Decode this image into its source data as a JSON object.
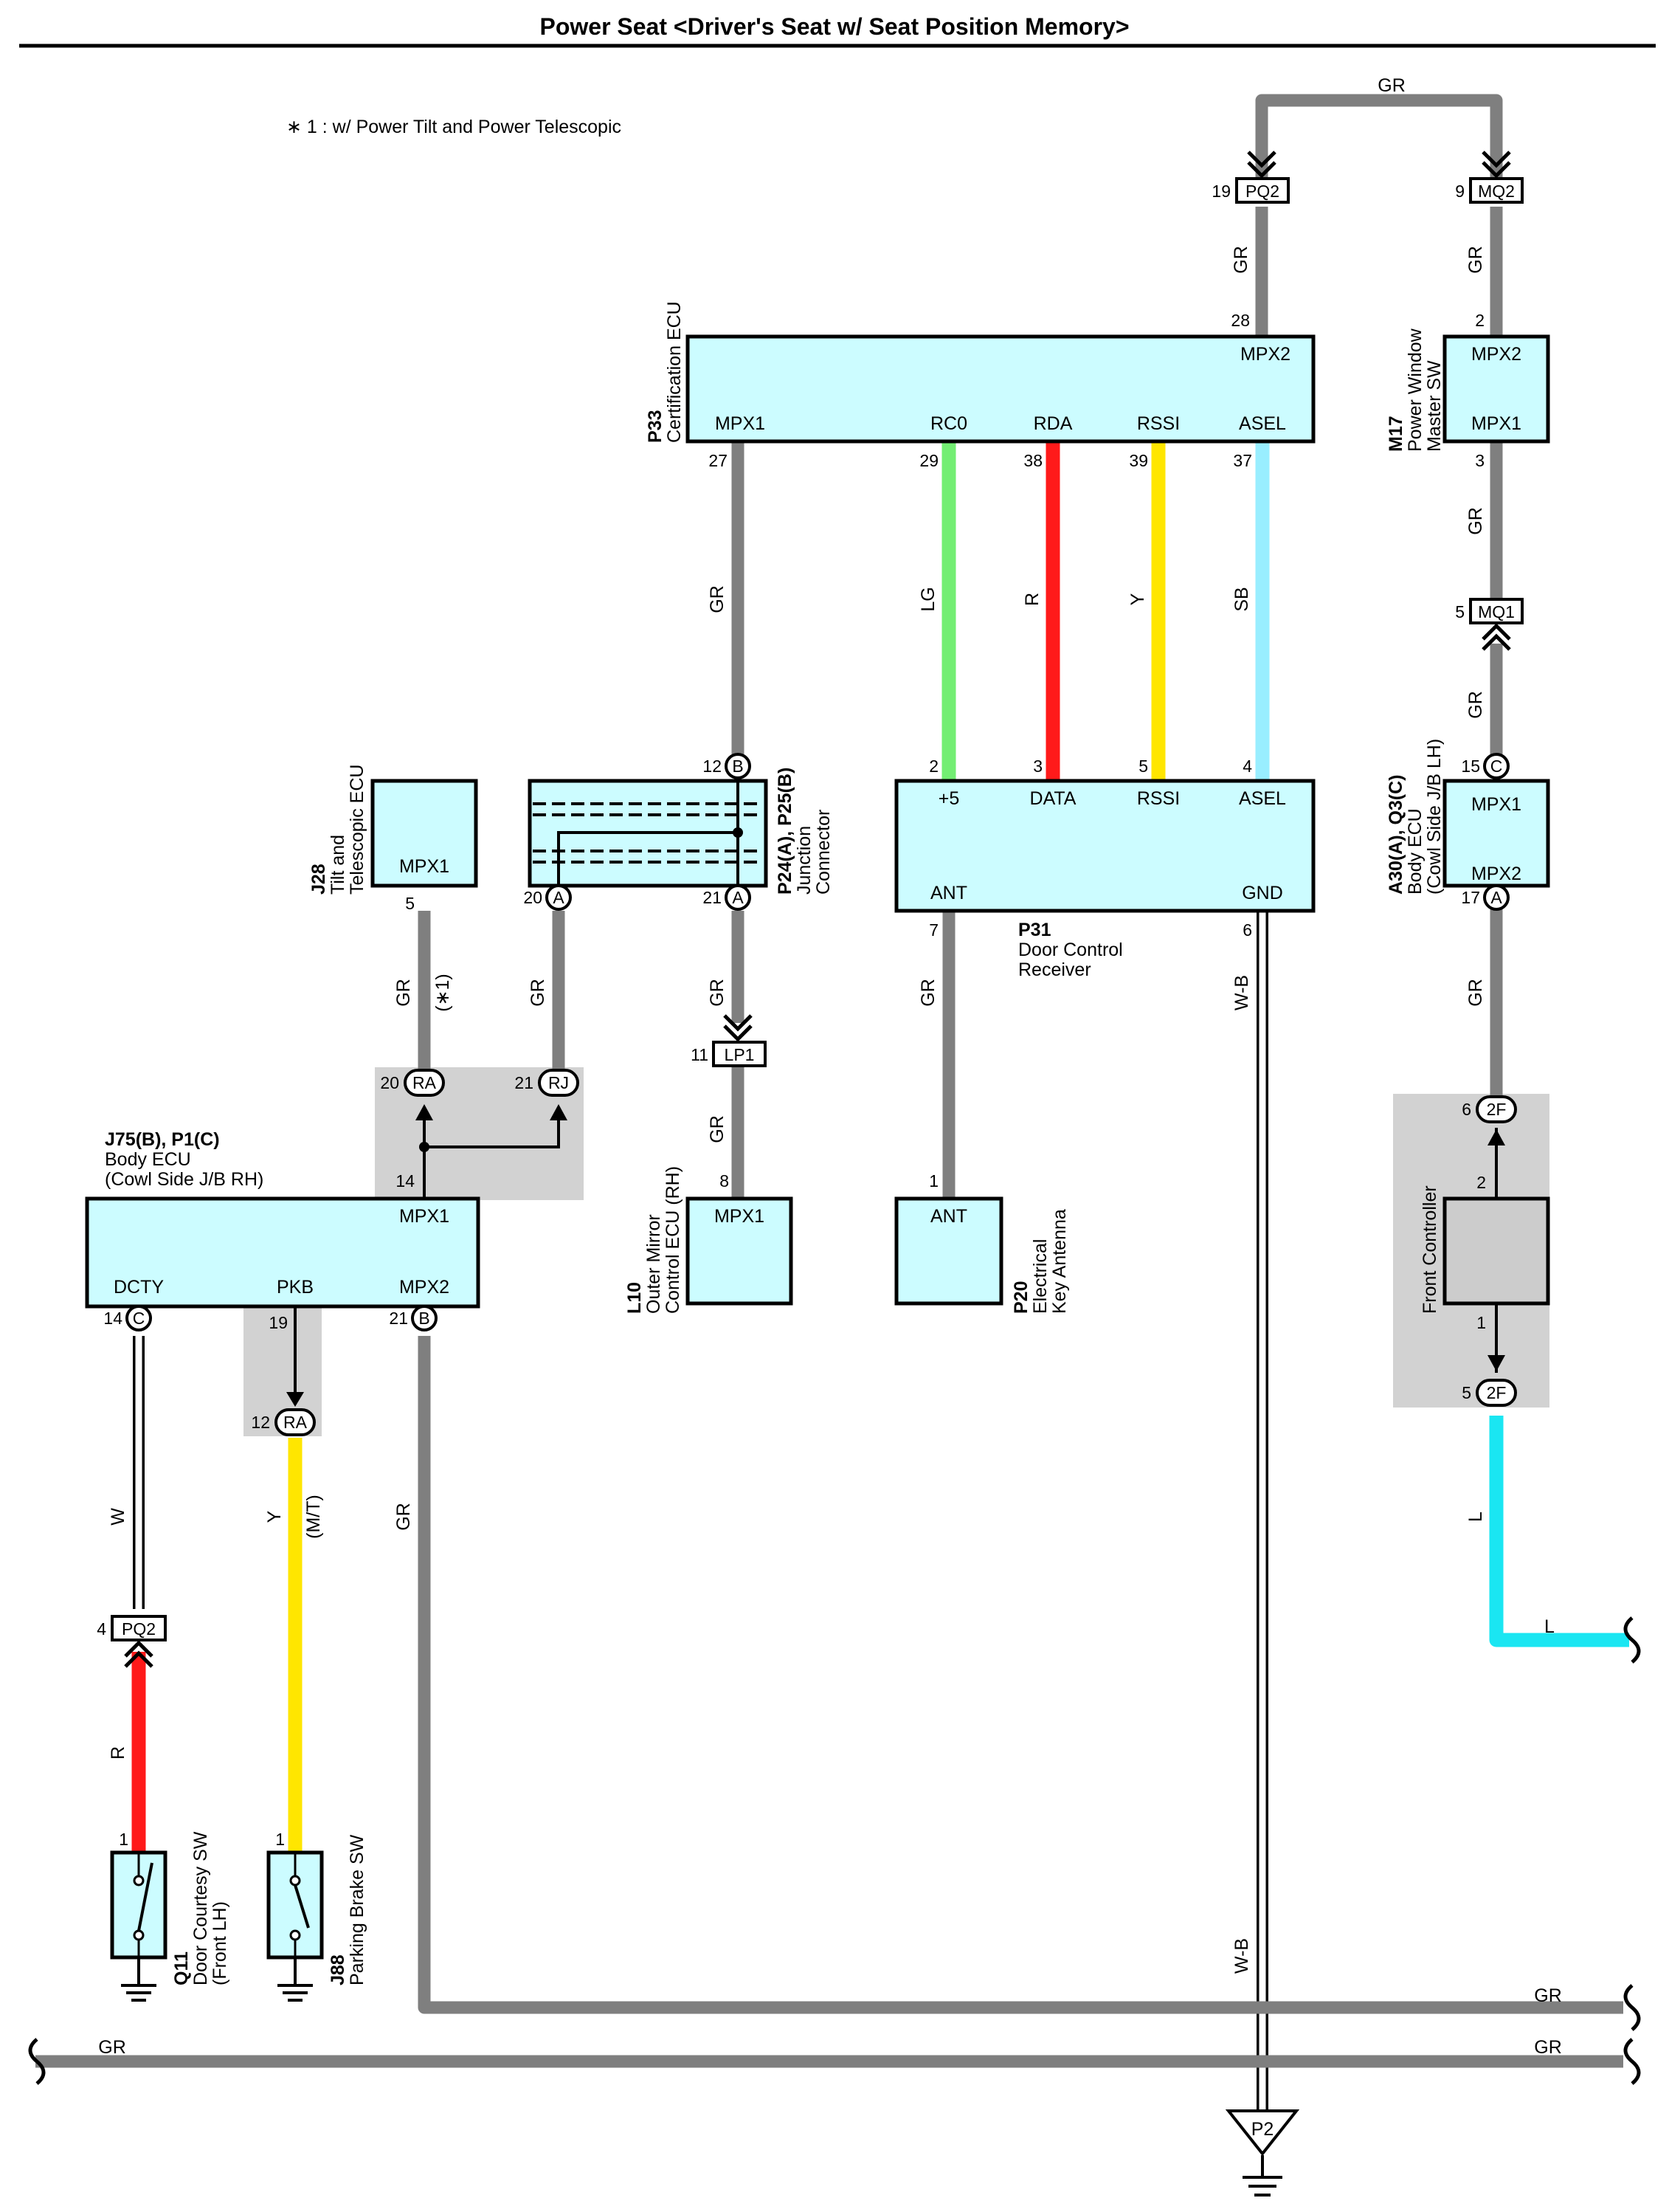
{
  "title": "Power Seat <Driver's Seat w/ Seat Position Memory>",
  "note": "∗ 1 : w/ Power Tilt and Power Telescopic",
  "colors": {
    "GR": "#7f7f7f",
    "LG": "#73ee73",
    "R": "#ff1a1a",
    "Y": "#ffe600",
    "SB": "#99eeff",
    "L": "#1ae6f2",
    "W_B": "#9a9a9a",
    "box": "#ccfcff",
    "shade": "#d2d2d2"
  },
  "wire_labels": {
    "gr": "GR",
    "lg": "LG",
    "r": "R",
    "y": "Y",
    "sb": "SB",
    "w": "W",
    "l": "L",
    "wb": "W-B",
    "mt": "(M/T)",
    "star1": "(∗1)"
  },
  "components": {
    "p33": {
      "code": "P33",
      "name": "Certification ECU",
      "terms": {
        "mpx1": "MPX1",
        "rc0": "RC0",
        "rda": "RDA",
        "rssi": "RSSI",
        "asel": "ASEL",
        "mpx2": "MPX2"
      },
      "pins": {
        "mpx1": "27",
        "rc0": "29",
        "rda": "38",
        "rssi": "39",
        "asel": "37",
        "mpx2": "28"
      }
    },
    "m17": {
      "code": "M17",
      "name_line1": "Power Window",
      "name_line2": "Master SW",
      "terms": {
        "mpx2": "MPX2",
        "mpx1": "MPX1"
      },
      "pins": {
        "mpx2": "2",
        "mpx1": "3"
      }
    },
    "a30": {
      "code": "A30(A), Q3(C)",
      "name_line1": "Body ECU",
      "name_line2": "(Cowl Side J/B LH)",
      "terms": {
        "mpx1": "MPX1",
        "mpx2": "MPX2"
      },
      "pins": {
        "mpx1": "15",
        "mpx2": "17"
      },
      "conn": {
        "mpx1": "C",
        "mpx2": "A"
      }
    },
    "j28": {
      "code": "J28",
      "name_line1": "Tilt and",
      "name_line2": "Telescopic ECU",
      "terms": {
        "mpx1": "MPX1"
      },
      "pins": {
        "mpx1": "5"
      }
    },
    "p24": {
      "code": "P24(A), P25(B)",
      "name_line1": "Junction",
      "name_line2": "Connector",
      "pins": {
        "b12": "12",
        "a20": "20",
        "a21": "21"
      },
      "conn": {
        "b": "B",
        "a": "A"
      }
    },
    "p31": {
      "code": "P31",
      "name_line1": "Door Control",
      "name_line2": "Receiver",
      "terms": {
        "p5": "+5",
        "data": "DATA",
        "rssi": "RSSI",
        "asel": "ASEL",
        "ant": "ANT",
        "gnd": "GND"
      },
      "pins": {
        "p5": "2",
        "data": "3",
        "rssi": "5",
        "asel": "4",
        "ant": "7",
        "gnd": "6"
      }
    },
    "j75": {
      "code": "J75(B), P1(C)",
      "name_line1": "Body ECU",
      "name_line2": "(Cowl Side J/B RH)",
      "terms": {
        "mpx1": "MPX1",
        "dcty": "DCTY",
        "pkb": "PKB",
        "mpx2": "MPX2"
      },
      "pins": {
        "mpx1": "14",
        "dcty": "14",
        "pkb": "19",
        "mpx2": "21"
      },
      "conn": {
        "dcty": "C",
        "mpx2": "B"
      }
    },
    "l10": {
      "code": "L10",
      "name_line1": "Outer Mirror",
      "name_line2": "Control ECU (RH)",
      "terms": {
        "mpx1": "MPX1"
      },
      "pins": {
        "mpx1": "8"
      }
    },
    "p20": {
      "code": "P20",
      "name_line1": "Electrical",
      "name_line2": "Key Antenna",
      "terms": {
        "ant": "ANT"
      },
      "pins": {
        "ant": "1"
      }
    },
    "front": {
      "name": "Front Controller",
      "pins": {
        "top": "2",
        "bottom": "1"
      }
    },
    "q11": {
      "code": "Q11",
      "name_line1": "Door Courtesy SW",
      "name_line2": "(Front LH)",
      "pins": {
        "p1": "1"
      }
    },
    "j88": {
      "code": "J88",
      "name": "Parking Brake SW",
      "pins": {
        "p1": "1"
      }
    }
  },
  "connectors": {
    "pq2_top": {
      "label": "PQ2",
      "pin": "19"
    },
    "mq2": {
      "label": "MQ2",
      "pin": "9"
    },
    "mq1": {
      "label": "MQ1",
      "pin": "5"
    },
    "ra": {
      "label": "RA",
      "pin": "20"
    },
    "rj": {
      "label": "RJ",
      "pin": "21"
    },
    "lp1": {
      "label": "LP1",
      "pin": "11"
    },
    "ra12": {
      "label": "RA",
      "pin": "12"
    },
    "pq2_low": {
      "label": "PQ2",
      "pin": "4"
    },
    "f2_top": {
      "label": "2F",
      "pin": "6"
    },
    "f2_bot": {
      "label": "2F",
      "pin": "5"
    },
    "p2": {
      "label": "P2"
    }
  }
}
